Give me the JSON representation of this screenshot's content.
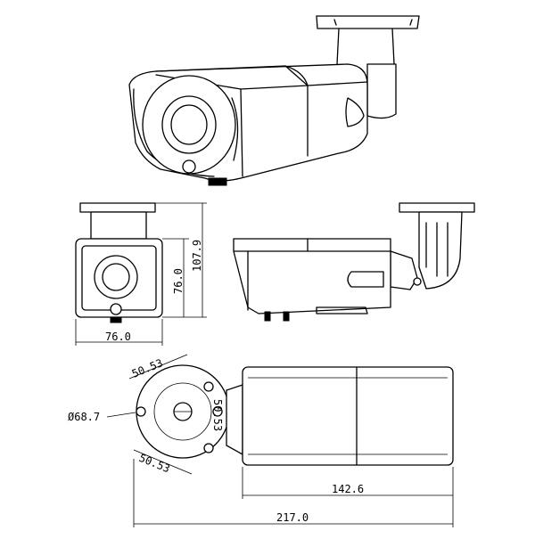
{
  "drawing": {
    "dimensions": {
      "front_width": "76.0",
      "front_height_body": "76.0",
      "front_height_total": "107.9",
      "mount_span_top": "50.53",
      "mount_span_right": "50.53",
      "mount_span_bottom": "50.53",
      "mount_diameter": "Ø68.7",
      "body_length": "142.6",
      "total_length": "217.0"
    }
  }
}
